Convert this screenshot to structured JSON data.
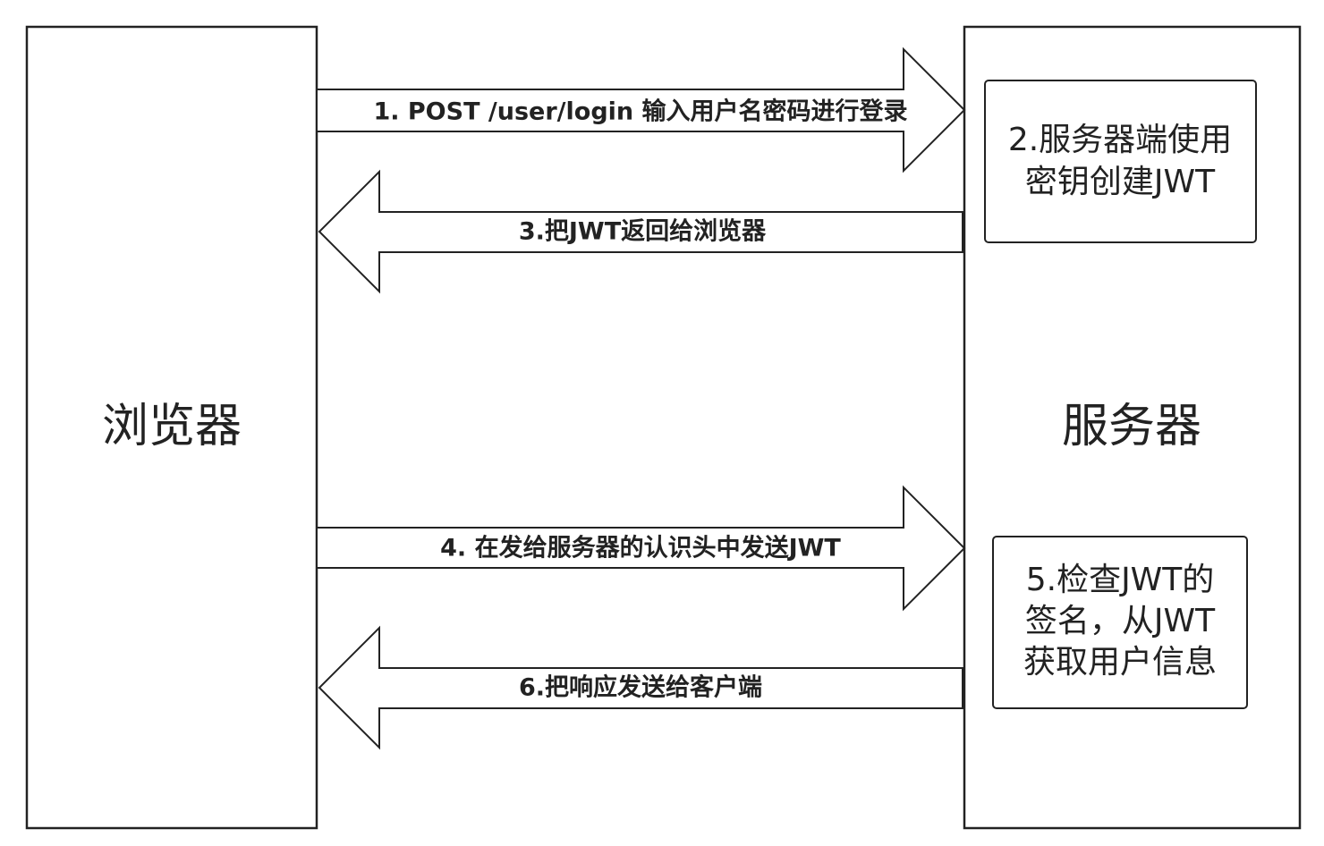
{
  "colors": {
    "stroke": "#222222",
    "fill": "#ffffff",
    "text": "#222222"
  },
  "browser": {
    "label": "浏览器"
  },
  "server": {
    "label": "服务器"
  },
  "arrows": [
    {
      "step": 1,
      "direction": "right",
      "label": "1. POST /user/login 输入用户名密码进行登录"
    },
    {
      "step": 3,
      "direction": "left",
      "label": "3.把JWT返回给浏览器"
    },
    {
      "step": 4,
      "direction": "right",
      "label": "4. 在发给服务器的认识头中发送JWT"
    },
    {
      "step": 6,
      "direction": "left",
      "label": "6.把响应发送给客户端"
    }
  ],
  "notes": [
    {
      "step": 2,
      "lines": [
        "2.服务器端使用",
        "密钥创建JWT"
      ]
    },
    {
      "step": 5,
      "lines": [
        "5.检查JWT的",
        "签名，从JWT",
        "获取用户信息"
      ]
    }
  ]
}
